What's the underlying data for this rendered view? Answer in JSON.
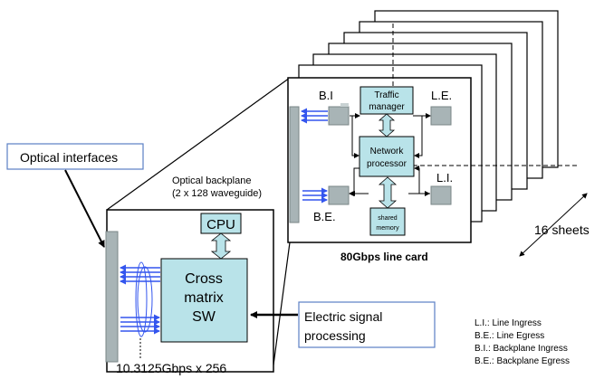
{
  "callouts": {
    "optical_interfaces": "Optical interfaces",
    "electric_signal_line1": "Electric signal",
    "electric_signal_line2": "processing"
  },
  "backplane": {
    "line1": "Optical backplane",
    "line2": "(2 x 128 waveguide)"
  },
  "switch_card": {
    "cpu": "CPU",
    "cross_line1": "Cross",
    "cross_line2": "matrix",
    "cross_line3": "SW",
    "rate": "10.3125Gbps x 256"
  },
  "line_card": {
    "bi": "B.I",
    "le": "L.E.",
    "li": "L.I.",
    "be": "B.E.",
    "traffic_line1": "Traffic",
    "traffic_line2": "manager",
    "np_line1": "Network",
    "np_line2": "processor",
    "mem_line1": "shared",
    "mem_line2": "memory",
    "caption": "80Gbps line card"
  },
  "sheets": "16 sheets",
  "legend": [
    "L.I.: Line Ingress",
    "B.E.: Line Egress",
    "B.I.: Backplane Ingress",
    "B.E.: Backplane Egress"
  ],
  "colors": {
    "box_fill": "#b9e3e9",
    "gray_block": "#a8b4b6",
    "callout_border": "#5b7fc4",
    "blue_arrow": "#3355ee"
  }
}
